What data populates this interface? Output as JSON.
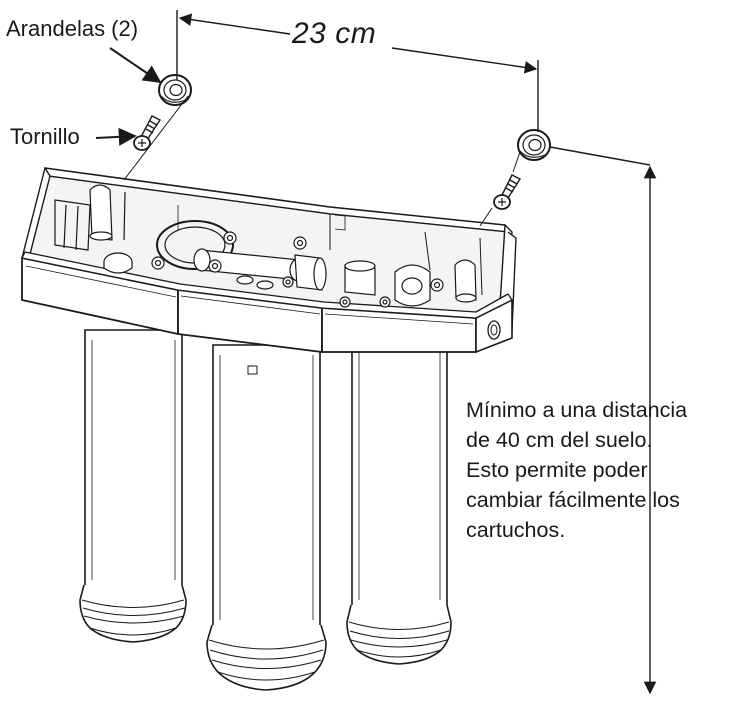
{
  "labels": {
    "washers": "Arandelas  (2)",
    "screw": "Tornillo",
    "width_dimension": "23 cm"
  },
  "note": {
    "lines": [
      "Mínimo a una distancia",
      "de 40 cm del suelo.",
      "Esto permite poder",
      "cambiar fácilmente los",
      "cartuchos."
    ]
  },
  "colors": {
    "line": "#1a1a1a",
    "fill": "#ffffff",
    "shade": "#e6e6e6"
  },
  "icons": [
    "washer-icon",
    "screw-icon",
    "dimension-arrow-icon"
  ]
}
